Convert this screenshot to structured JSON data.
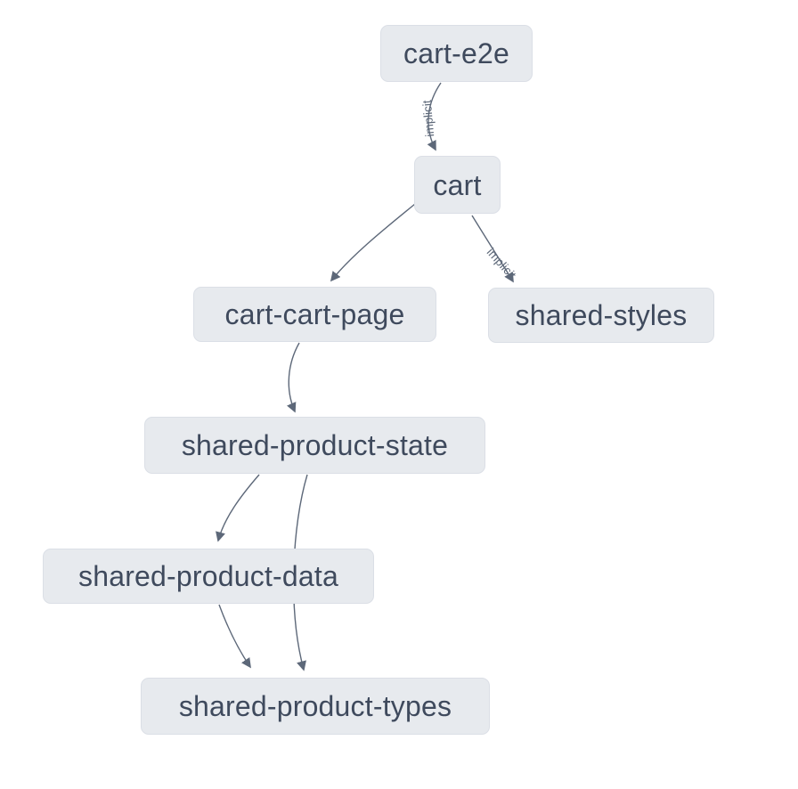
{
  "diagram": {
    "kind": "project-dependency-graph",
    "colors": {
      "background": "#ffffff",
      "node_fill": "#e7eaee",
      "node_border": "#dbdfe6",
      "node_text": "#3f4a5d",
      "edge_stroke": "#5d6879",
      "edge_label_text": "#5d6879"
    },
    "nodes": [
      {
        "id": "cart-e2e",
        "label": "cart-e2e"
      },
      {
        "id": "cart",
        "label": "cart"
      },
      {
        "id": "cart-cart-page",
        "label": "cart-cart-page"
      },
      {
        "id": "shared-styles",
        "label": "shared-styles"
      },
      {
        "id": "shared-product-state",
        "label": "shared-product-state"
      },
      {
        "id": "shared-product-data",
        "label": "shared-product-data"
      },
      {
        "id": "shared-product-types",
        "label": "shared-product-types"
      }
    ],
    "edges": [
      {
        "from": "cart-e2e",
        "to": "cart",
        "label": "implicit"
      },
      {
        "from": "cart",
        "to": "cart-cart-page",
        "label": ""
      },
      {
        "from": "cart",
        "to": "shared-styles",
        "label": "implicit"
      },
      {
        "from": "cart-cart-page",
        "to": "shared-product-state",
        "label": ""
      },
      {
        "from": "shared-product-state",
        "to": "shared-product-data",
        "label": ""
      },
      {
        "from": "shared-product-state",
        "to": "shared-product-types",
        "label": ""
      },
      {
        "from": "shared-product-data",
        "to": "shared-product-types",
        "label": ""
      }
    ]
  }
}
